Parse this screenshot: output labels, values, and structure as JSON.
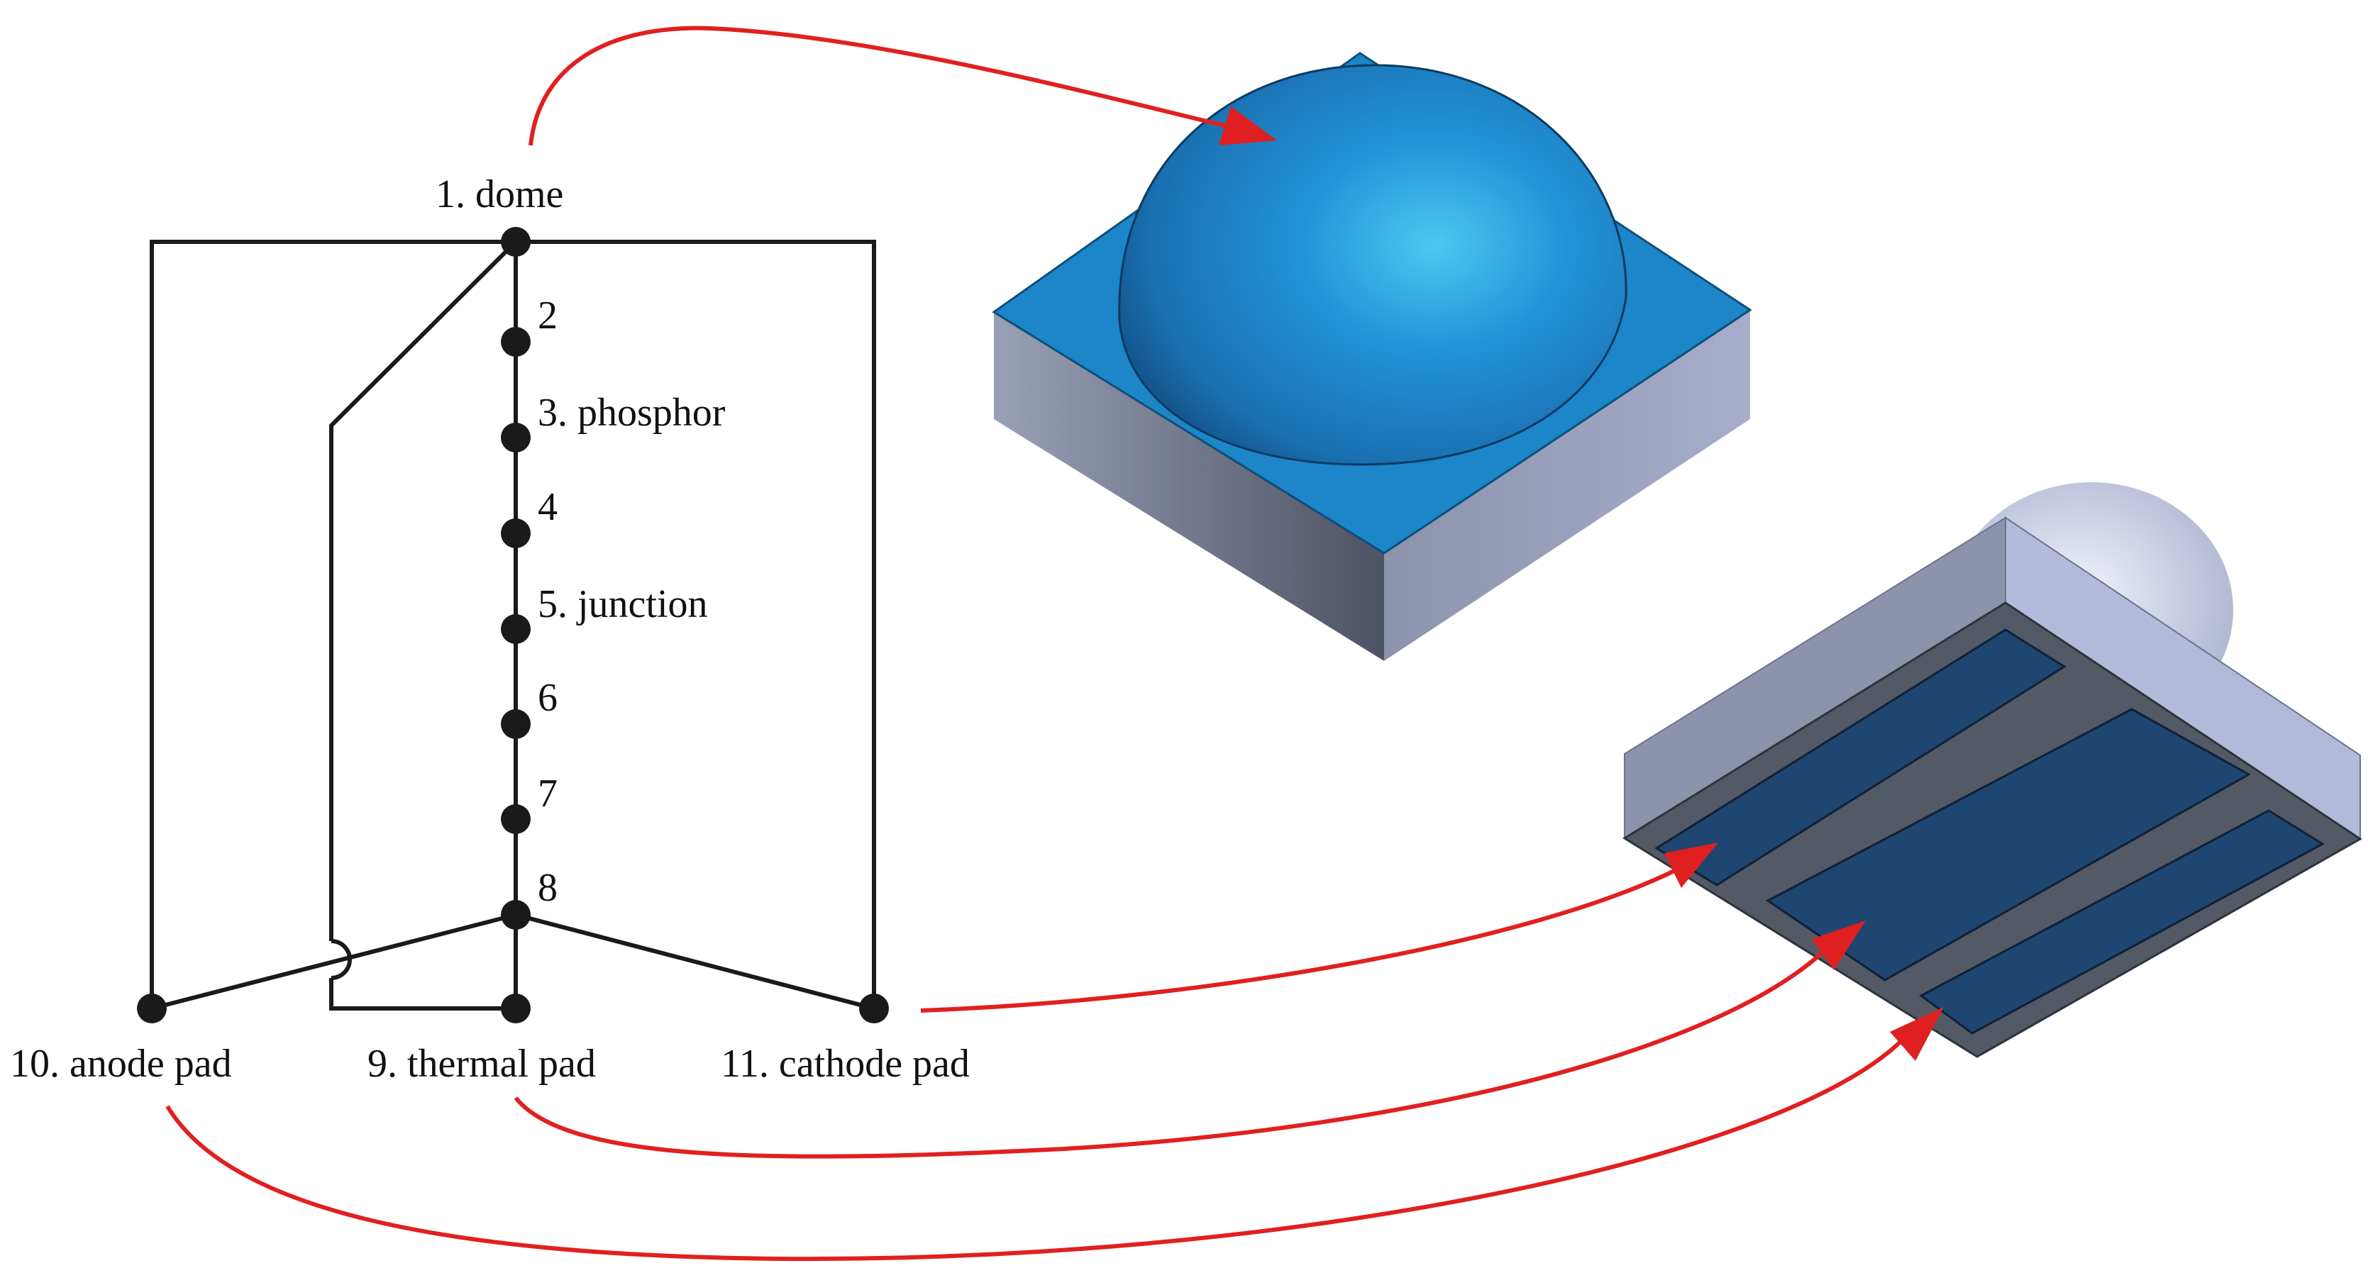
{
  "nodes": {
    "n1": "1. dome",
    "n2": "2",
    "n3": "3. phosphor",
    "n4": "4",
    "n5": "5. junction",
    "n6": "6",
    "n7": "7",
    "n8": "8",
    "n9": "9. thermal pad",
    "n10": "10. anode pad",
    "n11": "11. cathode pad"
  },
  "colors": {
    "wire": "#1a1a1a",
    "arrow": "#e02020",
    "dome": "#1e88c8",
    "substrate_top": "#1c86c9",
    "substrate_side_left": "#5c6173",
    "substrate_side_right": "#8d95ab",
    "pad": "#1f4670",
    "bottom_face": "#535a66",
    "bottom_body": "#a9b0cf"
  }
}
